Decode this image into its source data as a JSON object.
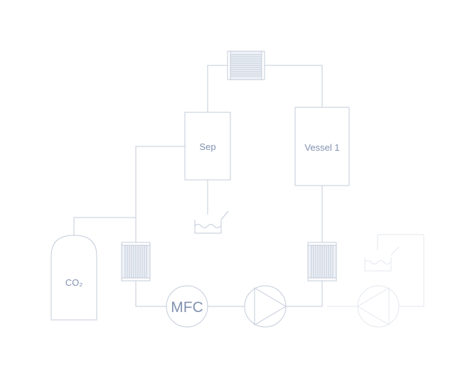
{
  "diagram": {
    "title": "",
    "colors": {
      "line": "#c3cbda",
      "faint_line": "#e3e7ee",
      "label": "#8292b1",
      "background": "#ffffff"
    },
    "components": {
      "separator": {
        "label": "Sep"
      },
      "vessel": {
        "label": "Vessel 1"
      },
      "gas_cylinder": {
        "label": "CO₂"
      },
      "mass_flow_controller": {
        "label": "MFC"
      },
      "pump_main": {
        "type": "pump",
        "direction": "right"
      },
      "pump_faded": {
        "type": "pump",
        "direction": "left",
        "state": "inactive"
      },
      "heat_exchanger_top": {
        "type": "heat-exchanger",
        "orientation": "horizontal"
      },
      "heat_exchanger_left": {
        "type": "heat-exchanger",
        "orientation": "vertical"
      },
      "heat_exchanger_right": {
        "type": "heat-exchanger",
        "orientation": "vertical"
      },
      "collection_vessel_main": {
        "type": "collection-vessel"
      },
      "collection_vessel_faded": {
        "type": "collection-vessel",
        "state": "inactive"
      }
    }
  }
}
